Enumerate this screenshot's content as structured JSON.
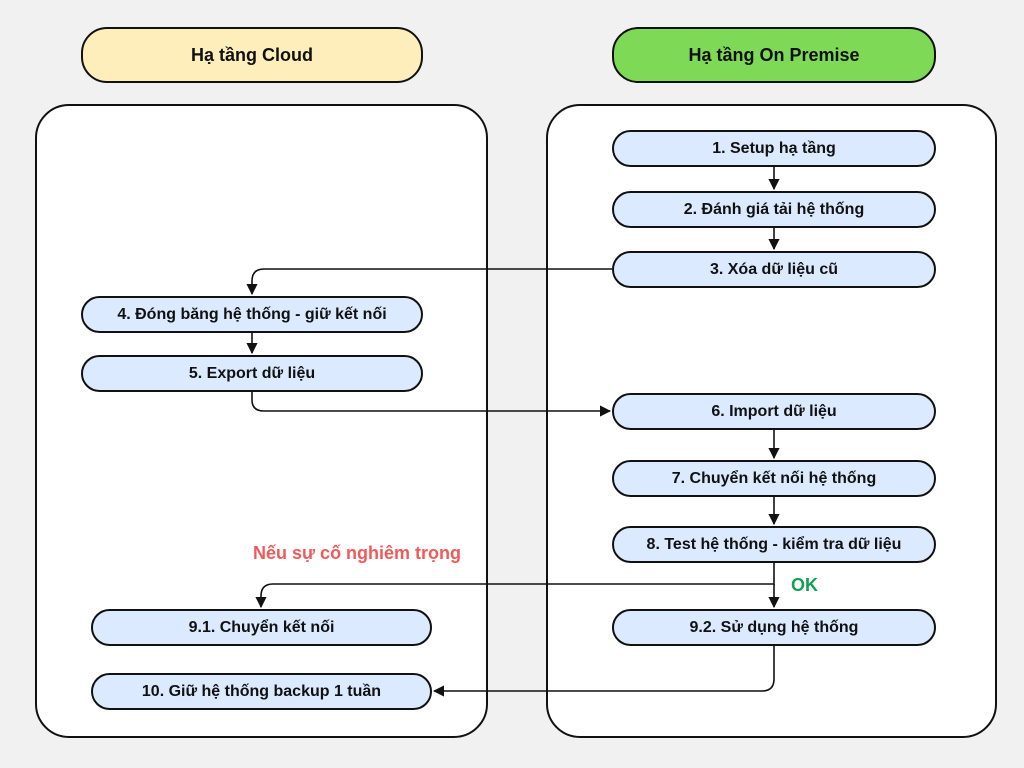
{
  "columns": {
    "cloud": {
      "title": "Hạ tầng Cloud",
      "color": "#fdeebc"
    },
    "onpremise": {
      "title": "Hạ tầng On Premise",
      "color": "#7ed957"
    }
  },
  "steps": {
    "s1": "1. Setup hạ tầng",
    "s2": "2. Đánh giá tải hệ thống",
    "s3": "3. Xóa dữ liệu cũ",
    "s4": "4. Đóng băng hệ thống - giữ kết nối",
    "s5": "5. Export dữ liệu",
    "s6": "6. Import dữ liệu",
    "s7": "7. Chuyển kết nối hệ thống",
    "s8": "8. Test hệ thống - kiểm tra dữ liệu",
    "s91": "9.1. Chuyển kết nối",
    "s92": "9.2. Sử dụng hệ thống",
    "s10": "10. Giữ hệ thống backup 1 tuần"
  },
  "labels": {
    "failure": "Nếu sự cố nghiêm trọng",
    "ok": "OK"
  },
  "colors": {
    "step_fill": "#dbeafe",
    "failure_text": "#f05a5a",
    "ok_text": "#12a150",
    "background": "#f1f1f1"
  },
  "connections": [
    [
      "s1",
      "s2"
    ],
    [
      "s2",
      "s3"
    ],
    [
      "s3",
      "s4"
    ],
    [
      "s4",
      "s5"
    ],
    [
      "s5",
      "s6"
    ],
    [
      "s6",
      "s7"
    ],
    [
      "s7",
      "s8"
    ],
    [
      "s8",
      "s91"
    ],
    [
      "s8",
      "s92"
    ],
    [
      "s92",
      "s10"
    ]
  ]
}
